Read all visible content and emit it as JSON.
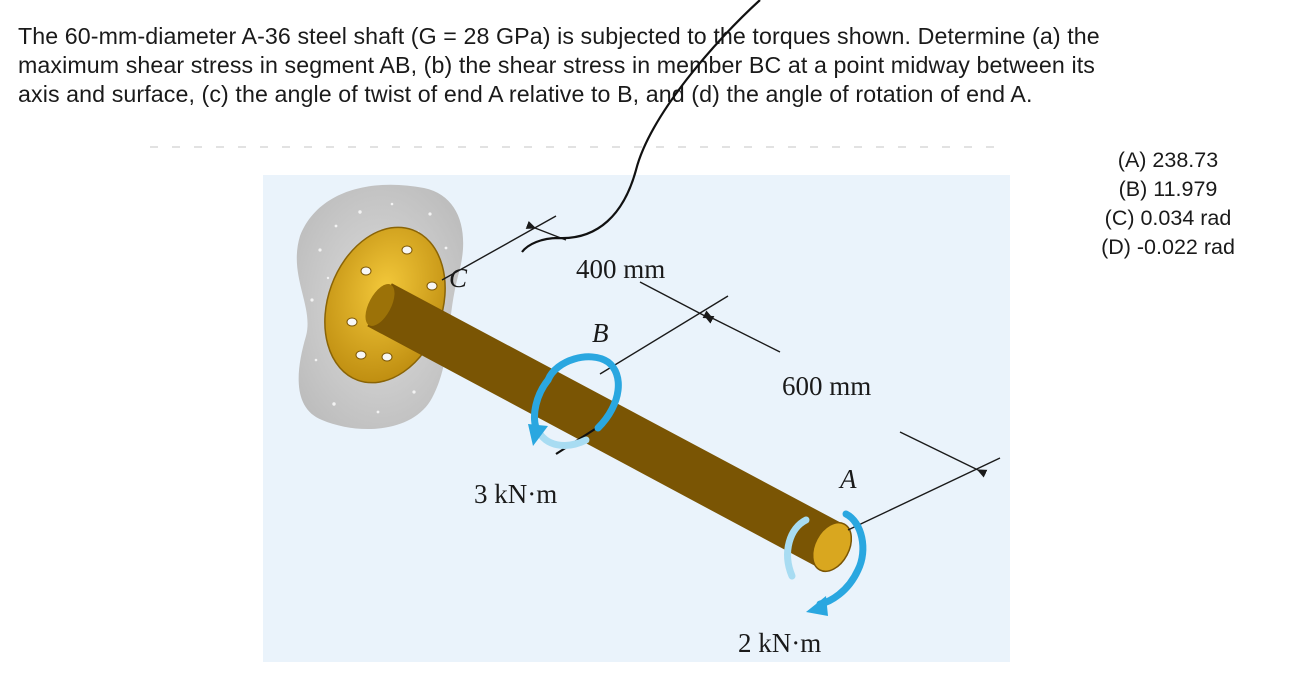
{
  "problem": {
    "lines": [
      "The 60-mm-diameter A-36 steel shaft (G = 28 GPa) is subjected to the torques shown. Determine (a) the",
      "maximum shear stress in segment AB, (b) the shear stress in member BC at a point midway between its",
      "axis and surface, (c) the angle of twist of end A relative to B, and (d) the angle of rotation of end A."
    ]
  },
  "answers": [
    "(A) 238.73",
    "(B) 11.979",
    "(C) 0.034 rad",
    "(D) -0.022 rad"
  ],
  "figure": {
    "labels": {
      "point_c": "C",
      "point_b": "B",
      "point_a": "A",
      "dim_bc": "400 mm",
      "dim_ab": "600 mm",
      "torque_b": "3 kN·m",
      "torque_a": "2 kN·m"
    },
    "colors": {
      "panel": "#eaf3fb",
      "shaft": "#d6a21a",
      "shaft_dark": "#8a6406",
      "flange": "#e3b122",
      "wall": "#cfcfcf",
      "arrow": "#2aa7e0",
      "ink": "#1a1a1a"
    }
  }
}
